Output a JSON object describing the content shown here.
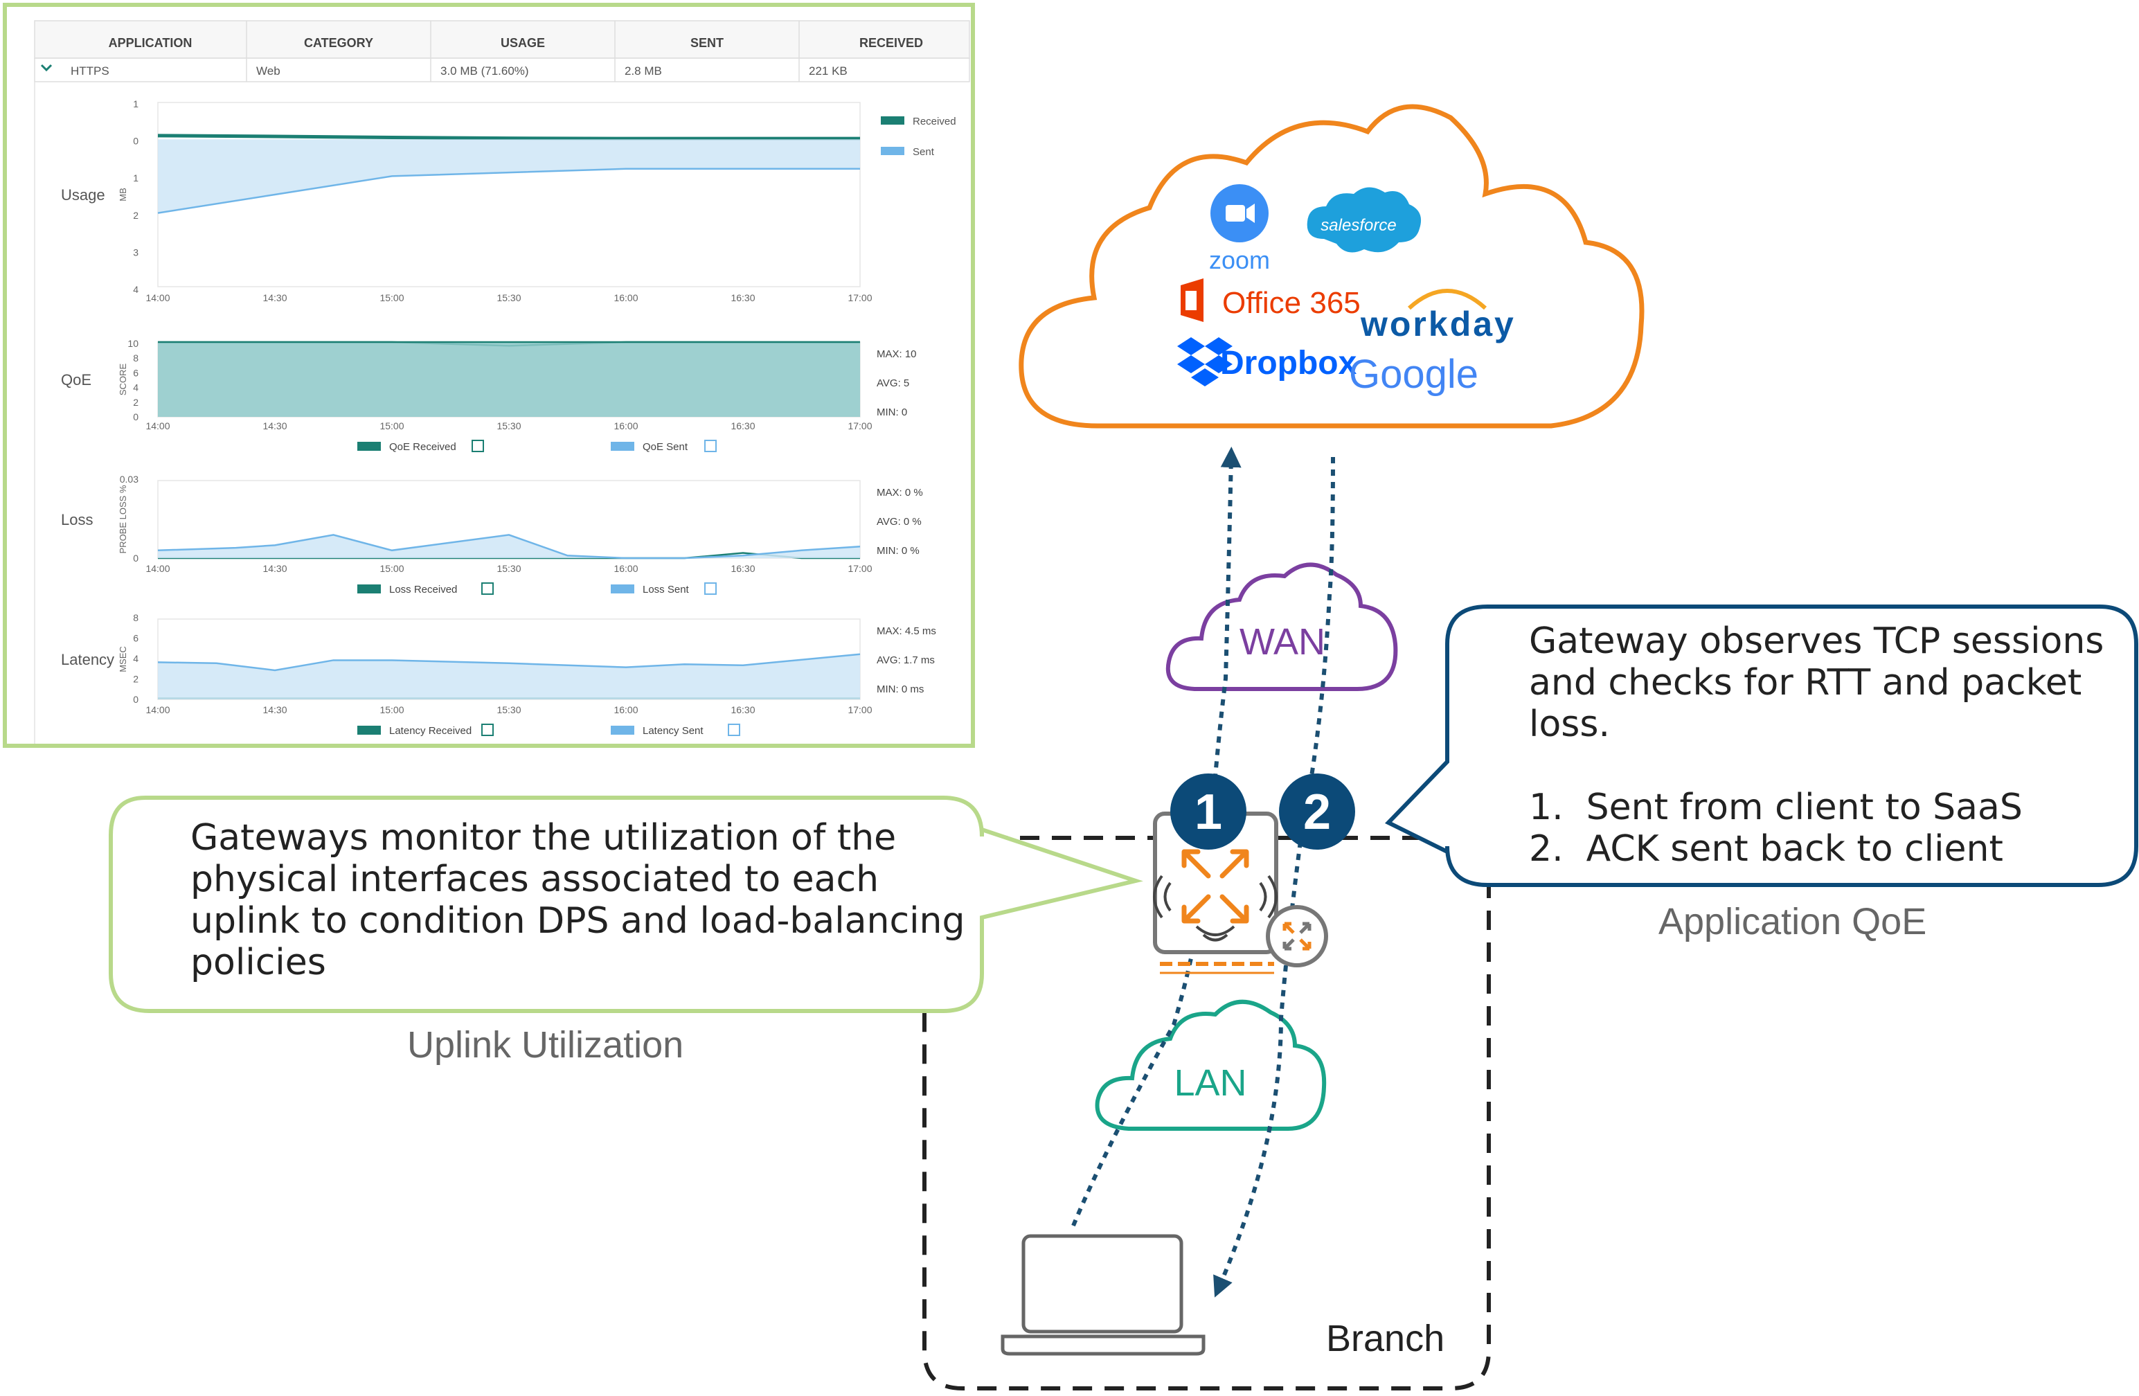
{
  "table": {
    "headers": [
      "APPLICATION",
      "CATEGORY",
      "USAGE",
      "SENT",
      "RECEIVED"
    ],
    "row": [
      "HTTPS",
      "Web",
      "3.0 MB (71.60%)",
      "2.8 MB",
      "221 KB"
    ]
  },
  "x_ticks": [
    "14:00",
    "14:30",
    "15:00",
    "15:30",
    "16:00",
    "16:30",
    "17:00"
  ],
  "colors": {
    "received": "#1b7f73",
    "sent": "#6fb5e8",
    "sent_fill": "#cfe6f7",
    "qoe_fill": "#8dc8c8",
    "panel_border": "#b8d98a",
    "wan": "#7b3fa0",
    "lan": "#1aa589",
    "cloud": "#f0851c",
    "dark_blue": "#0c4a78",
    "arrow": "#1b4f72"
  },
  "charts": [
    {
      "label": "Usage",
      "ylabel": "MB",
      "yticks": [
        "1",
        "0",
        "1",
        "2",
        "3",
        "4"
      ],
      "legend": [
        "Received",
        "Sent"
      ],
      "stats": [],
      "chart_data": {
        "type": "area",
        "x": [
          "14:00",
          "14:30",
          "15:00",
          "15:30",
          "16:00",
          "16:30",
          "17:00"
        ],
        "ylim": [
          -1,
          4
        ],
        "series": [
          {
            "name": "Received",
            "values": [
              -0.1,
              -0.08,
              -0.05,
              -0.03,
              -0.02,
              -0.02,
              -0.02
            ]
          },
          {
            "name": "Sent",
            "values": [
              2.0,
              1.5,
              1.0,
              0.9,
              0.8,
              0.8,
              0.8
            ]
          }
        ]
      }
    },
    {
      "label": "QoE",
      "ylabel": "SCORE",
      "yticks": [
        "10",
        "8",
        "6",
        "4",
        "2",
        "0"
      ],
      "legend": [
        "QoE Received",
        "QoE Sent"
      ],
      "stats": [
        "MAX: 10",
        "AVG: 5",
        "MIN: 0"
      ],
      "chart_data": {
        "type": "area",
        "x": [
          "14:00",
          "14:30",
          "15:00",
          "15:30",
          "16:00",
          "16:30",
          "17:00"
        ],
        "ylim": [
          0,
          10
        ],
        "series": [
          {
            "name": "QoE Received",
            "values": [
              10,
              10,
              10,
              9.5,
              10,
              10,
              10
            ]
          },
          {
            "name": "QoE Sent",
            "values": [
              10,
              10,
              10,
              10,
              10,
              10,
              10
            ]
          }
        ]
      }
    },
    {
      "label": "Loss",
      "ylabel": "PROBE LOSS %",
      "yticks": [
        "0.03",
        "0"
      ],
      "legend": [
        "Loss Received",
        "Loss Sent"
      ],
      "stats": [
        "MAX: 0 %",
        "AVG: 0 %",
        "MIN: 0 %"
      ],
      "chart_data": {
        "type": "area",
        "x": [
          "14:00",
          "14:20",
          "14:30",
          "14:45",
          "15:00",
          "15:30",
          "15:45",
          "16:00",
          "16:15",
          "16:30",
          "16:45",
          "17:00"
        ],
        "ylim": [
          0,
          0.03
        ],
        "series": [
          {
            "name": "Loss Received",
            "values": [
              0,
              0,
              0,
              0,
              0,
              0,
              0,
              0,
              0,
              0.002,
              0,
              0
            ]
          },
          {
            "name": "Loss Sent",
            "values": [
              0.003,
              0.004,
              0.005,
              0.009,
              0.003,
              0.009,
              0.001,
              0,
              0,
              0.001,
              0.003,
              0.0045
            ]
          }
        ]
      }
    },
    {
      "label": "Latency",
      "ylabel": "MSEC",
      "yticks": [
        "8",
        "6",
        "4",
        "2",
        "0"
      ],
      "legend": [
        "Latency Received",
        "Latency Sent"
      ],
      "stats": [
        "MAX: 4.5 ms",
        "AVG: 1.7 ms",
        "MIN: 0 ms"
      ],
      "chart_data": {
        "type": "area",
        "x": [
          "14:00",
          "14:15",
          "14:30",
          "14:45",
          "15:00",
          "15:30",
          "16:00",
          "16:15",
          "16:30",
          "17:00"
        ],
        "ylim": [
          0,
          8
        ],
        "series": [
          {
            "name": "Latency Received",
            "values": [
              0.1,
              0.1,
              0.1,
              0.1,
              0.1,
              0.1,
              0.1,
              0.1,
              0.1,
              0.1
            ]
          },
          {
            "name": "Latency Sent",
            "values": [
              3.7,
              3.6,
              2.9,
              3.9,
              3.9,
              3.6,
              3.2,
              3.5,
              3.4,
              4.5
            ]
          }
        ]
      }
    }
  ],
  "callouts": {
    "uplink": [
      "Gateways monitor the utilization of the",
      "physical interfaces associated to each",
      "uplink to condition DPS and load-balancing",
      "policies"
    ],
    "qoe": [
      "Gateway observes TCP sessions",
      "and checks for RTT and packet",
      "loss."
    ],
    "qoe_list": [
      "1.  Sent from client to SaaS",
      "2.  ACK sent back to client"
    ]
  },
  "captions": {
    "uplink": "Uplink Utilization",
    "qoe": "Application QoE",
    "branch": "Branch"
  },
  "network": {
    "wan": "WAN",
    "lan": "LAN",
    "badge1": "1",
    "badge2": "2"
  },
  "saas": {
    "zoom": "zoom",
    "salesforce": "salesforce",
    "office": "Office 365",
    "workday": "workday",
    "dropbox": "Dropbox",
    "google": "Google"
  }
}
